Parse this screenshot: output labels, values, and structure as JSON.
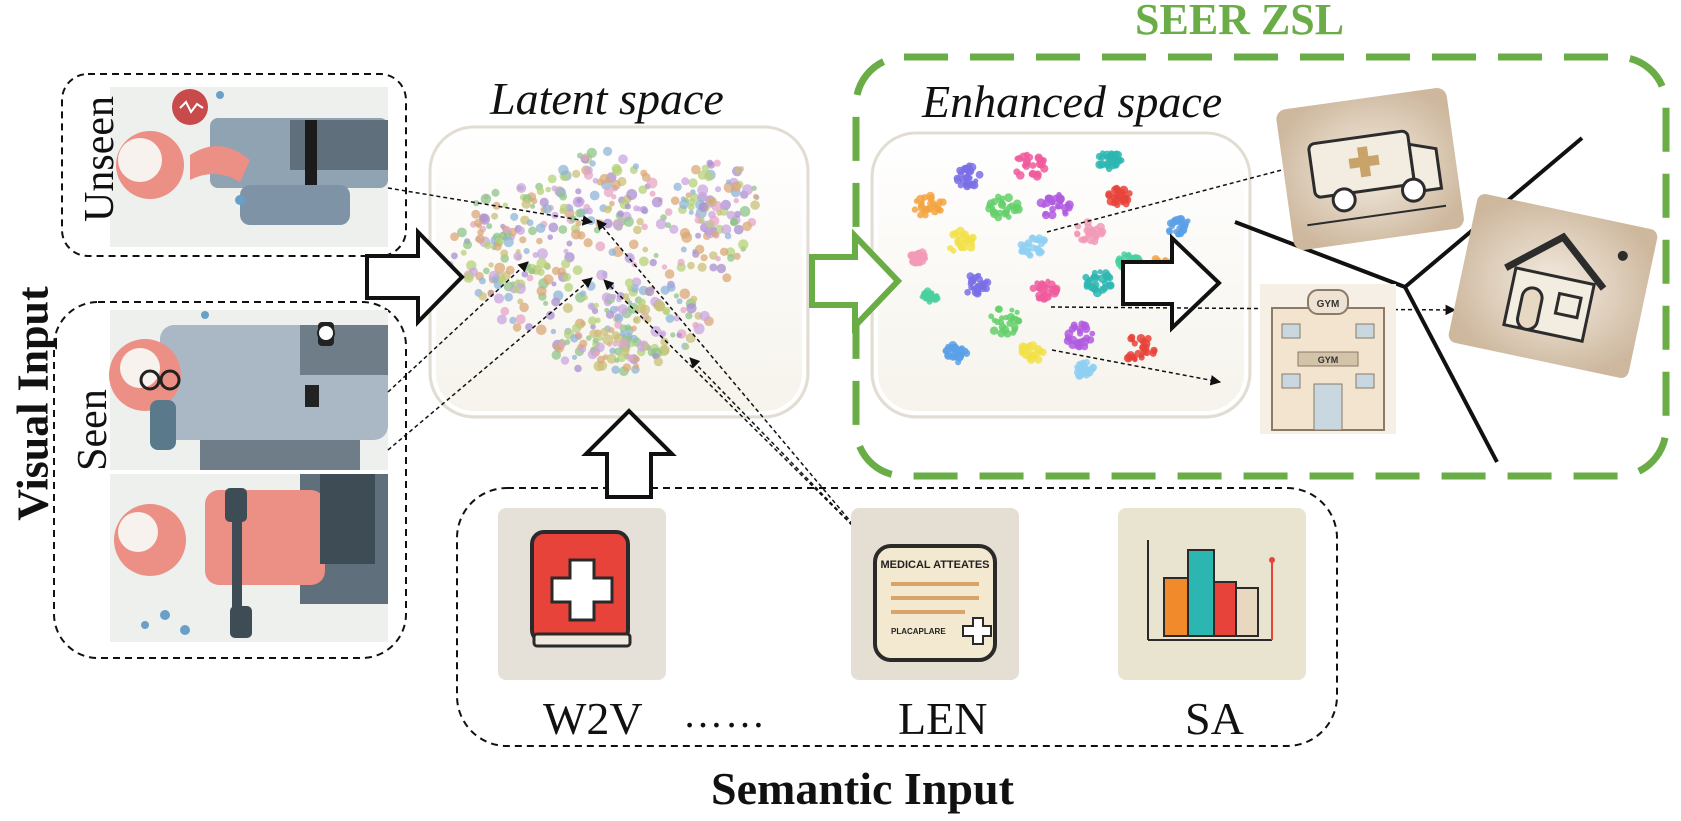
{
  "labels": {
    "seer_zsl": "SEER ZSL",
    "latent_space": "Latent space",
    "enhanced_space": "Enhanced space",
    "visual_input": "Visual Input",
    "unseen": "Unseen",
    "seen": "Seen",
    "semantic_input": "Semantic Input",
    "w2v": "W2V",
    "ellipsis": "……",
    "len": "LEN",
    "sa": "SA"
  },
  "icon_text": {
    "medical_card": "MEDICAL ATTEATES",
    "medical_card_footer": "PLACAPLARE",
    "gym_top": "GYM",
    "gym_mid": "GYM"
  },
  "colors": {
    "accent_green": "#6aac46",
    "ink": "#111111",
    "arrow_fill": "#ffffff",
    "medical_red": "#e8433a",
    "teal": "#2bb6b2",
    "orange": "#f08a2a"
  }
}
